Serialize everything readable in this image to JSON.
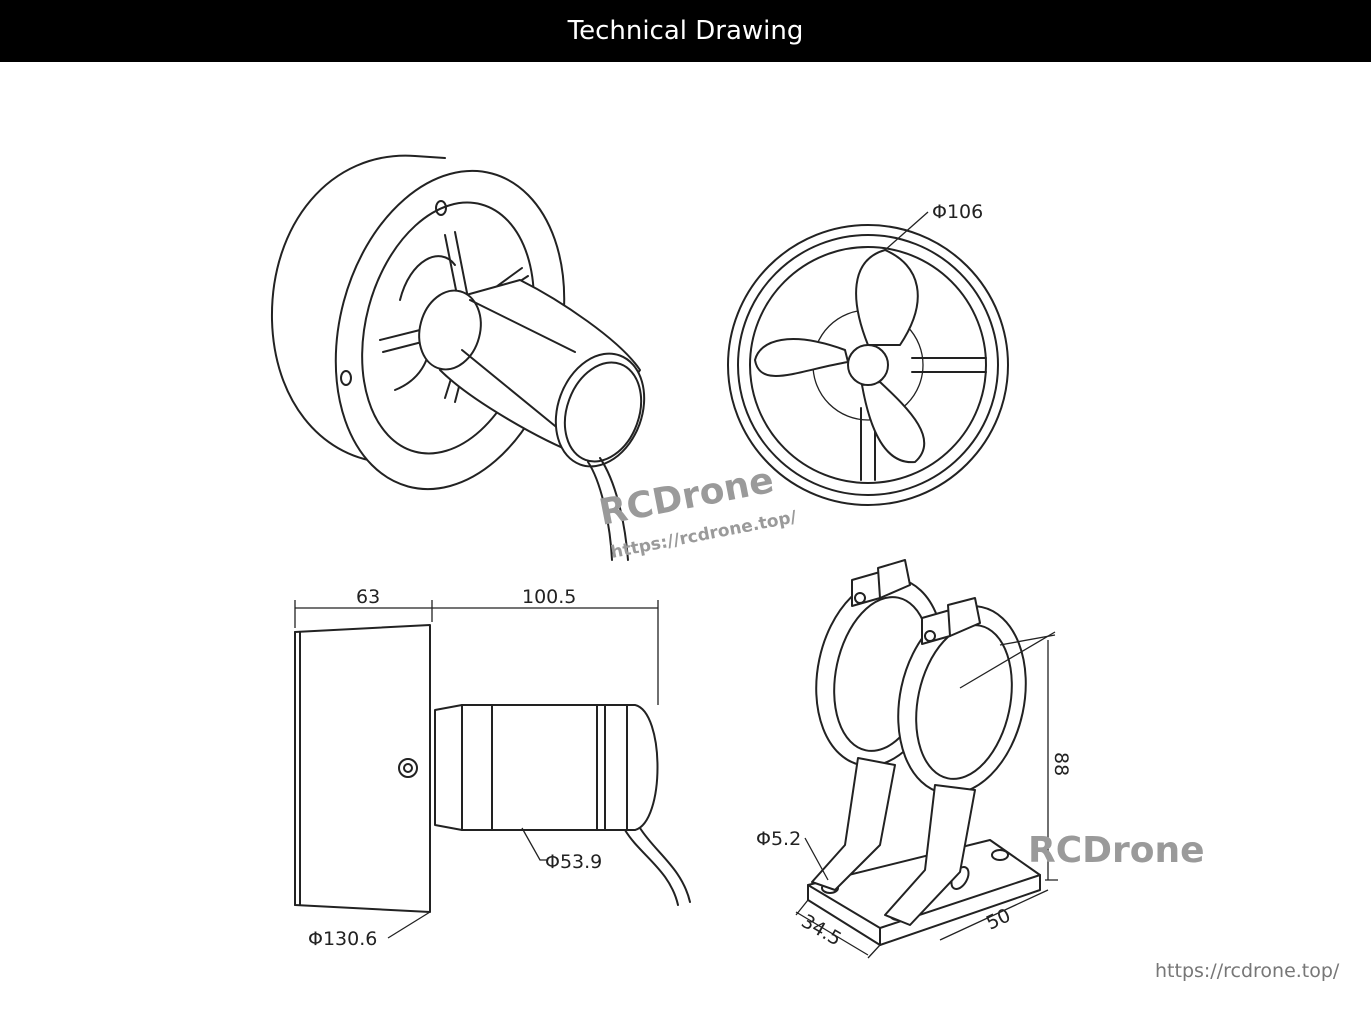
{
  "header": {
    "title": "Technical Drawing"
  },
  "dimensions": {
    "fan_diameter": "Φ106",
    "housing_length": "63",
    "motor_length": "100.5",
    "housing_diameter": "Φ130.6",
    "motor_diameter": "Φ53.9",
    "hole_diameter": "Φ5.2",
    "bracket_height": "88",
    "bracket_depth": "34.5",
    "bracket_width": "50"
  },
  "watermarks": {
    "brand": "RCDrone",
    "brand_url": "https://rcdrone.top/",
    "brand_lower": "RCDrone"
  },
  "footer": {
    "url": "https://rcdrone.top/"
  }
}
